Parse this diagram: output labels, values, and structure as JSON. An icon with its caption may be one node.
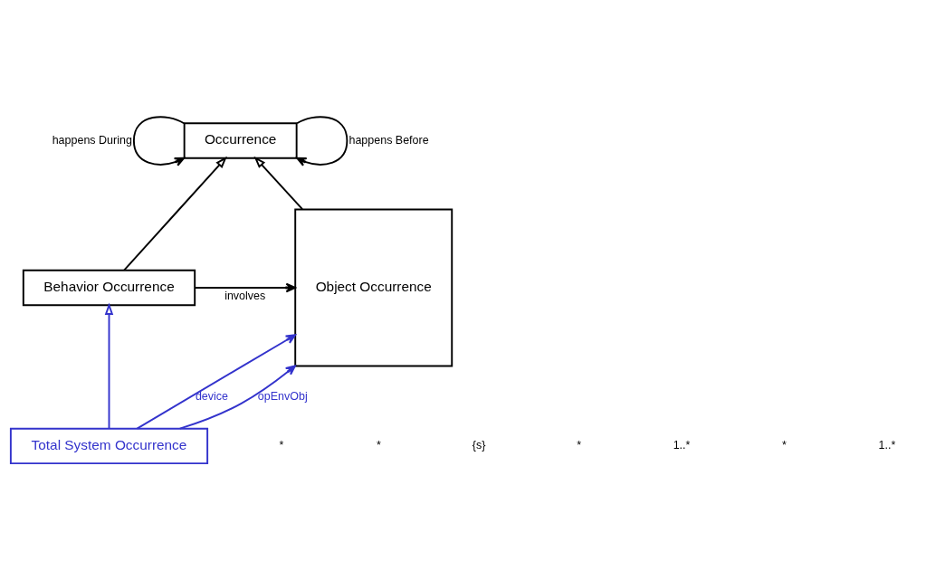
{
  "diagram": {
    "nodes": [
      {
        "text": [
          "Occurrence"
        ]
      },
      {
        "text": [
          "Behavior Occurrence"
        ]
      },
      {
        "text": [
          "Object Occurrence"
        ]
      },
      {
        "text": [
          "Total System Occurrence"
        ]
      }
    ],
    "edges": [
      {
        "from": 0,
        "to": 0,
        "arrow": "to",
        "label": "happens During"
      },
      {
        "from": 0,
        "to": 0,
        "arrow": "to",
        "label": "happens Before"
      },
      {
        "from": 1,
        "to": 0,
        "arrow": "to"
      },
      {
        "from": 2,
        "to": 0,
        "arrow": "to"
      },
      {
        "from": 3,
        "to": 1,
        "arrow": "to",
        "color": "#3333cc"
      },
      {
        "from": 1,
        "to": 2,
        "arrow": "to",
        "label": "involves"
      },
      {
        "from": 3,
        "to": 2,
        "arrow": "to",
        "label": "device",
        "color": "#3333cc"
      },
      {
        "from": 3,
        "to": 2,
        "arrow": "to",
        "label": "opEnvObj",
        "color": "#3333cc"
      }
    ],
    "labels": [
      "*",
      "*",
      "{s}",
      "*",
      "1..*",
      "*",
      "1..*"
    ]
  }
}
